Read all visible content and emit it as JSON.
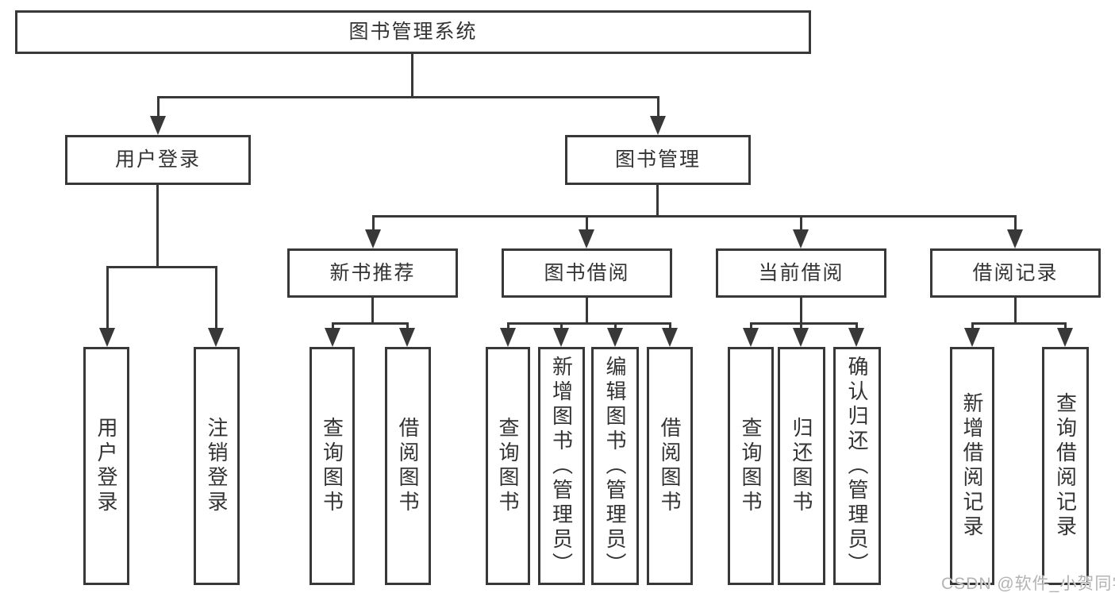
{
  "diagram": {
    "title": "图书管理系统",
    "tree": {
      "label": "图书管理系统",
      "children": [
        {
          "label": "用户登录",
          "children": [
            {
              "label": "用户登录"
            },
            {
              "label": "注销登录"
            }
          ]
        },
        {
          "label": "图书管理",
          "children": [
            {
              "label": "新书推荐",
              "children": [
                {
                  "label": "查询图书"
                },
                {
                  "label": "借阅图书"
                }
              ]
            },
            {
              "label": "图书借阅",
              "children": [
                {
                  "label": "查询图书"
                },
                {
                  "label": "新增图书（管理员）"
                },
                {
                  "label": "编辑图书（管理员）"
                },
                {
                  "label": "借阅图书"
                }
              ]
            },
            {
              "label": "当前借阅",
              "children": [
                {
                  "label": "查询图书"
                },
                {
                  "label": "归还图书"
                },
                {
                  "label": "确认归还（管理员）"
                }
              ]
            },
            {
              "label": "借阅记录",
              "children": [
                {
                  "label": "新增借阅记录"
                },
                {
                  "label": "查询借阅记录"
                }
              ]
            }
          ]
        }
      ]
    },
    "colors": {
      "line": "#383838",
      "text": "#333333",
      "box_fill": "#ffffff",
      "background": "#ffffff",
      "watermark": "#b3b3b3"
    }
  },
  "watermark": {
    "text": "CSDN @软件_小贺同学"
  }
}
